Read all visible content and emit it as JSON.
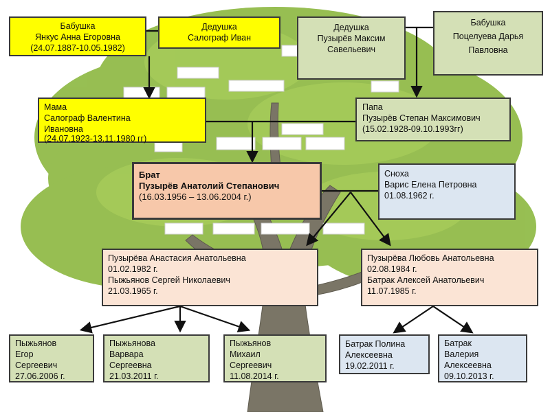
{
  "grandmother_left": {
    "role": "Бабушка",
    "name": "Янкус Анна Егоровна",
    "dates": "(24.07.1887-10.05.1982)"
  },
  "grandfather_left": {
    "role": "Дедушка",
    "name": "Салограф Иван"
  },
  "grandfather_right": {
    "role": "Дедушка",
    "name1": "Пузырёв Максим",
    "name2": "Савельевич"
  },
  "grandmother_right": {
    "role": "Бабушка",
    "name1": "Поцелуева Дарья",
    "name2": "Павловна"
  },
  "mother": {
    "role": "Мама",
    "name1": "Салограф  Валентина",
    "name2": "Ивановна",
    "dates": "(24.07.1923-13.11.1980 гг)"
  },
  "father": {
    "role": "Папа",
    "name": "Пузырёв Степан Максимович",
    "dates": "(15.02.1928-09.10.1993гг)"
  },
  "brother": {
    "role": "Брат",
    "name": "Пузырёв Анатолий Степанович",
    "dates": "(16.03.1956 – 13.06.2004 г.)"
  },
  "daughter_in_law": {
    "role": "Сноха",
    "name": "Варис Елена Петровна",
    "date": "01.08.1962 г."
  },
  "daughter_left": {
    "name": "Пузырёва Анастасия Анатольевна",
    "date": "01.02.1982 г.",
    "spouse": "Пыжьянов Сергей Николаевич",
    "spouse_date": "21.03.1965 г."
  },
  "daughter_right": {
    "name": "Пузырёва Любовь Анатольевна",
    "date": "02.08.1984 г.",
    "spouse": "Батрак Алексей Анатольевич",
    "spouse_date": "11.07.1985 г."
  },
  "grandchildren": [
    {
      "l1": "Пыжьянов",
      "l2": "Егор",
      "l3": "Сергеевич",
      "date": "27.06.2006 г."
    },
    {
      "l1": "Пыжьянова",
      "l2": "Варвара",
      "l3": "Сергеевна",
      "date": "21.03.2011 г."
    },
    {
      "l1": "Пыжьянов",
      "l2": "Михаил",
      "l3": "Сергеевич",
      "date": "11.08.2014 г."
    },
    {
      "l1": "Батрак Полина",
      "l2": "Алексеевна",
      "l3": "19.02.2011 г.",
      "date": ""
    },
    {
      "l1": "Батрак",
      "l2": "Валерия",
      "l3": "Алексеевна",
      "date": "09.10.2013 г."
    }
  ],
  "colors": {
    "yellow": "#ffff00",
    "green": "#d4e0b6",
    "peach": "#fbe4d5",
    "blue": "#dce6f1",
    "salmon": "#f7c8aa",
    "trunk": "#7a7566",
    "foliage": "#86b03c"
  }
}
